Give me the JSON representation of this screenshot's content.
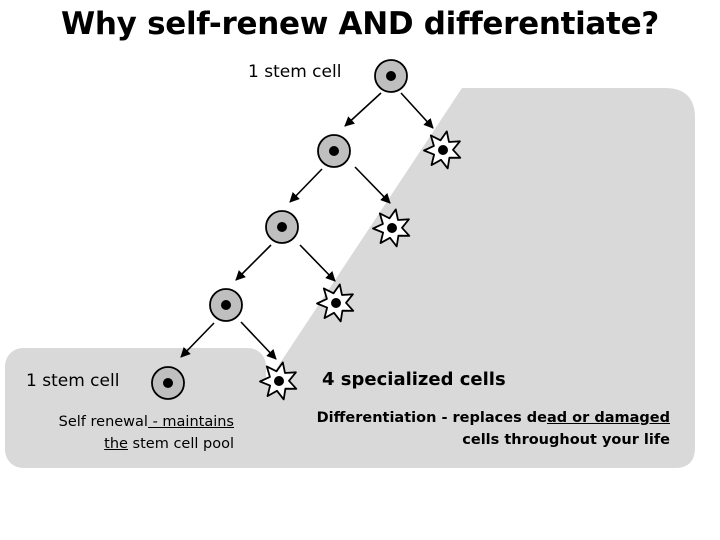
{
  "title": "Why self-renew AND differentiate?",
  "top_label": "1 stem cell",
  "left_panel": {
    "cell_label": "1 stem cell",
    "desc_line1_a": "Self renewal",
    "desc_line1_b": " - maintains ",
    "desc_line2_a": "the",
    "desc_line2_b": " stem cell pool"
  },
  "right_panel": {
    "cells_label": "4 specialized cells",
    "desc_line1_a": "Differentiation - replaces de",
    "desc_line1_b": "ad or damaged",
    "desc_line2": "cells throughout your life"
  },
  "colors": {
    "panel_fill": "#d9d9d9",
    "stem_cell_fill": "#bfbfbf",
    "specialized_cell_fill": "#ffffff",
    "nucleus": "#000000",
    "arrow": "#000000"
  },
  "icons": {
    "stem_cell": "round-cell-icon",
    "specialized_cell": "spiky-cell-icon"
  }
}
